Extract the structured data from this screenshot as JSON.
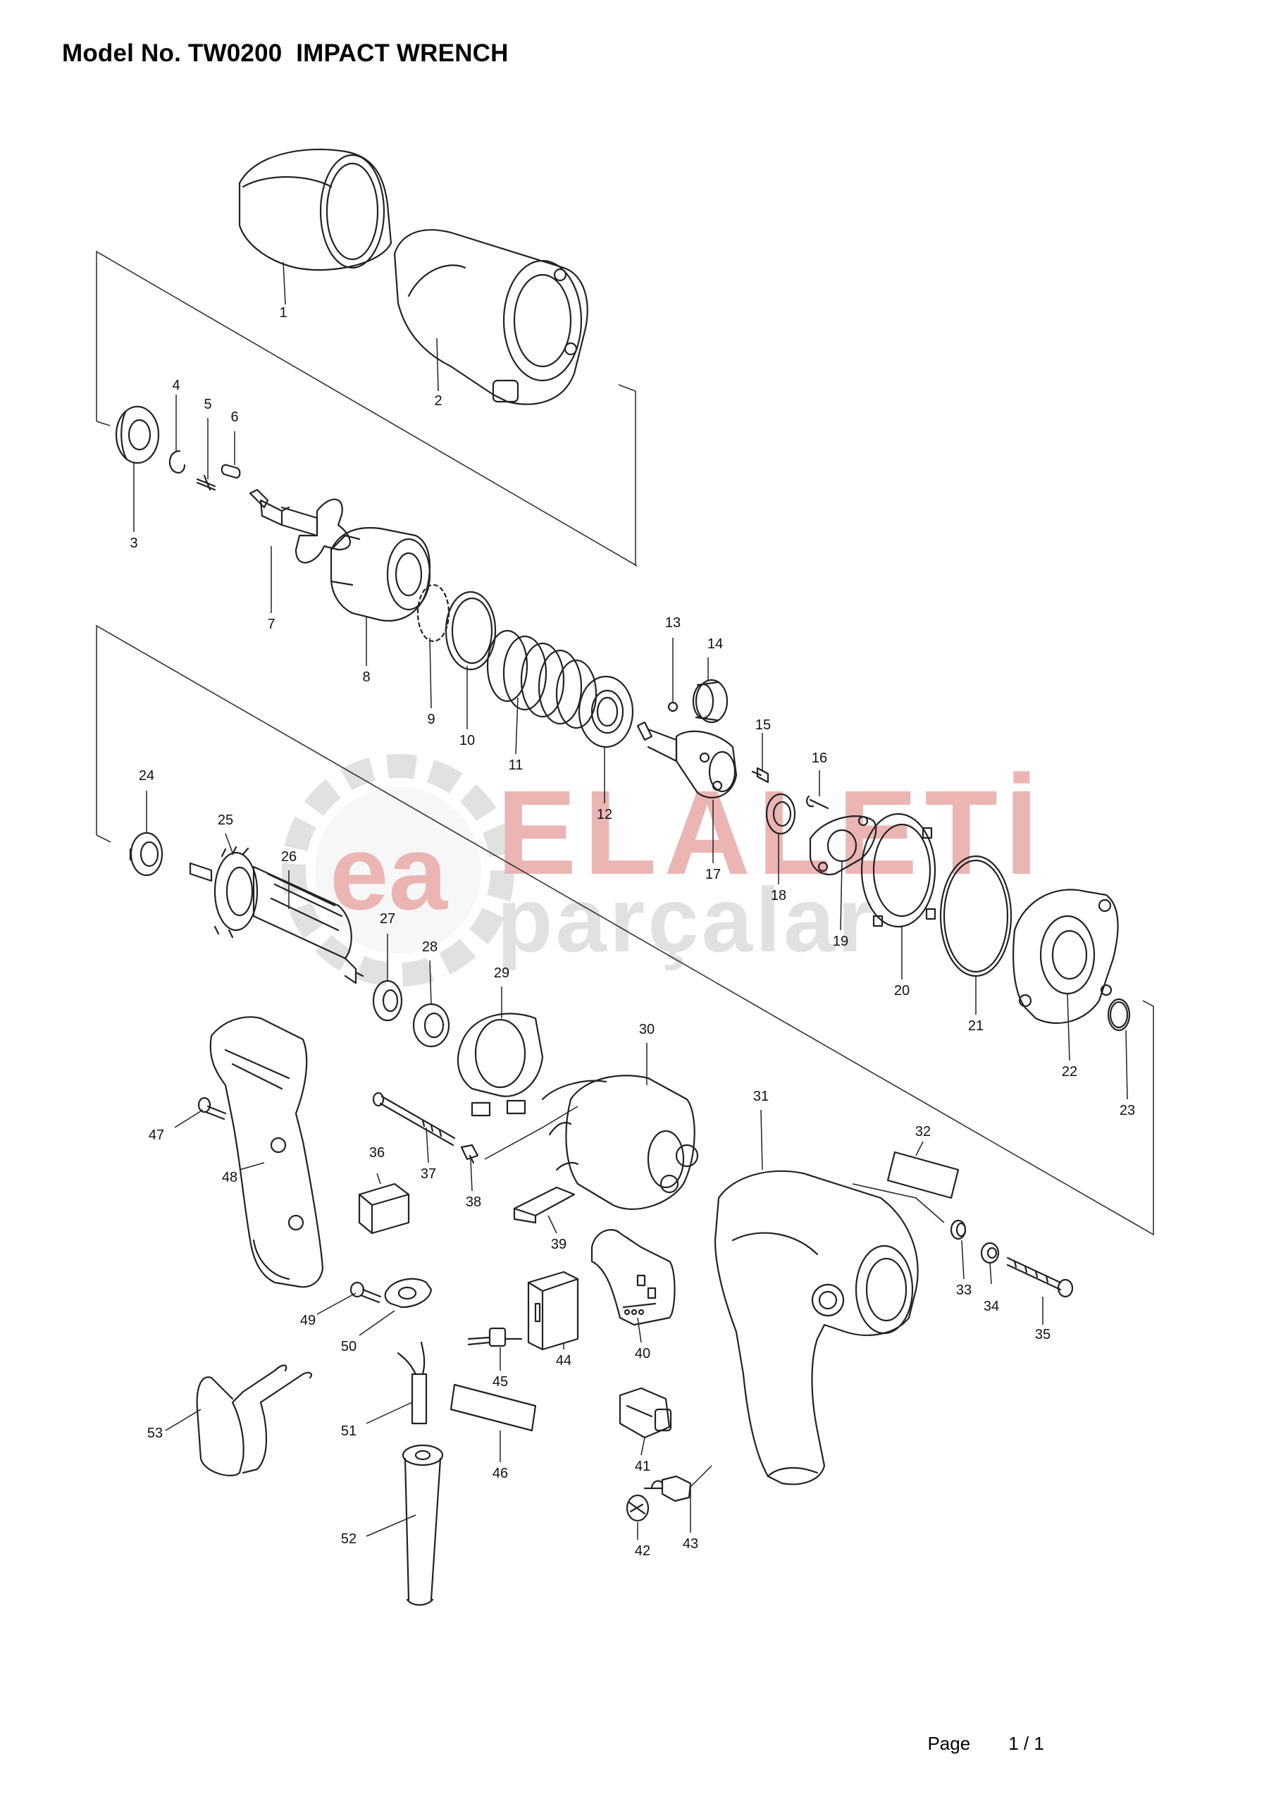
{
  "title": "Model No. TW0200  IMPACT WRENCH",
  "watermark": {
    "logo_text": "ea",
    "line1": "ELALETİ",
    "line2": "parçalar",
    "color": "#e8a9a6",
    "gear_color": "#dcdcdc"
  },
  "footer": {
    "label": "Page",
    "page": "1 / 1"
  },
  "parts": [
    {
      "no": "1"
    },
    {
      "no": "2"
    },
    {
      "no": "3"
    },
    {
      "no": "4"
    },
    {
      "no": "5"
    },
    {
      "no": "6"
    },
    {
      "no": "7"
    },
    {
      "no": "8"
    },
    {
      "no": "9"
    },
    {
      "no": "10"
    },
    {
      "no": "11"
    },
    {
      "no": "12"
    },
    {
      "no": "13"
    },
    {
      "no": "14"
    },
    {
      "no": "15"
    },
    {
      "no": "16"
    },
    {
      "no": "17"
    },
    {
      "no": "18"
    },
    {
      "no": "19"
    },
    {
      "no": "20"
    },
    {
      "no": "21"
    },
    {
      "no": "22"
    },
    {
      "no": "23"
    },
    {
      "no": "24"
    },
    {
      "no": "25"
    },
    {
      "no": "26"
    },
    {
      "no": "27"
    },
    {
      "no": "28"
    },
    {
      "no": "29"
    },
    {
      "no": "30"
    },
    {
      "no": "31"
    },
    {
      "no": "32"
    },
    {
      "no": "33"
    },
    {
      "no": "34"
    },
    {
      "no": "35"
    },
    {
      "no": "36"
    },
    {
      "no": "37"
    },
    {
      "no": "38"
    },
    {
      "no": "39"
    },
    {
      "no": "40"
    },
    {
      "no": "41"
    },
    {
      "no": "42"
    },
    {
      "no": "43"
    },
    {
      "no": "44"
    },
    {
      "no": "45"
    },
    {
      "no": "46"
    },
    {
      "no": "47"
    },
    {
      "no": "48"
    },
    {
      "no": "49"
    },
    {
      "no": "50"
    },
    {
      "no": "51"
    },
    {
      "no": "52"
    },
    {
      "no": "53"
    }
  ]
}
